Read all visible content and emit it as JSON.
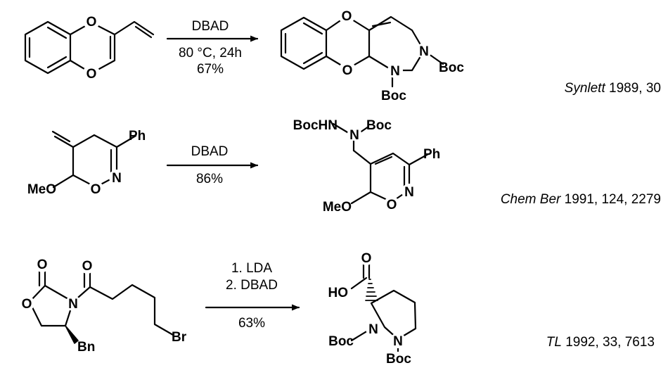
{
  "reactions": [
    {
      "conditions": [
        "DBAD",
        "80 °C, 24h",
        "67%"
      ],
      "reference": {
        "journal": "Synlett",
        "details": " 1989, 30"
      },
      "reactant_atoms": [
        "O",
        "O"
      ],
      "product_atoms": [
        "O",
        "O",
        "N",
        "N",
        "Boc",
        "Boc"
      ]
    },
    {
      "conditions": [
        "DBAD",
        "86%"
      ],
      "reference": {
        "journal": "Chem Ber",
        "details": " 1991, 124, 2279"
      },
      "reactant_atoms": [
        "Ph",
        "N",
        "O",
        "MeO"
      ],
      "product_atoms": [
        "BocHN",
        "N",
        "Boc",
        "Ph",
        "N",
        "O",
        "MeO"
      ]
    },
    {
      "conditions": [
        "1. LDA",
        "2. DBAD",
        "63%"
      ],
      "reference": {
        "journal": "TL",
        "details": " 1992, 33, 7613"
      },
      "reactant_atoms": [
        "O",
        "O",
        "N",
        "O",
        "Bn",
        "Br"
      ],
      "product_atoms": [
        "O",
        "HO",
        "N",
        "N",
        "Boc",
        "Boc"
      ]
    }
  ]
}
